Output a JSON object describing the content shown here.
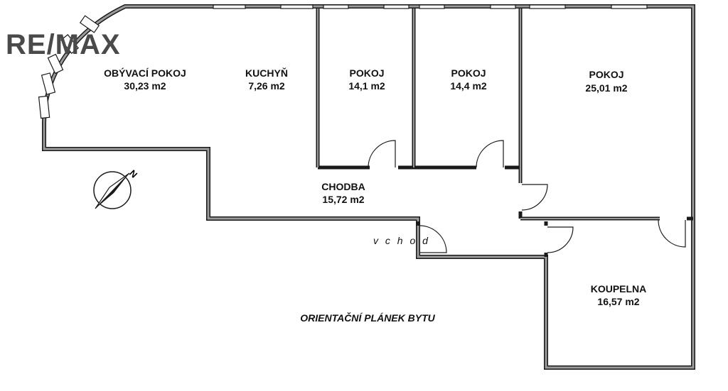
{
  "logo": {
    "text": "RE/MAX"
  },
  "entry_label": "v c h o d",
  "plan_title": "ORIENTAČNÍ PLÁNEK BYTU",
  "compass": {
    "letter": "N"
  },
  "rooms": [
    {
      "name": "OBÝVACÍ POKOJ",
      "area": "30,23 m2"
    },
    {
      "name": "KUCHYŇ",
      "area": "7,26 m2"
    },
    {
      "name": "POKOJ",
      "area": "14,1 m2"
    },
    {
      "name": "POKOJ",
      "area": "14,4 m2"
    },
    {
      "name": "POKOJ",
      "area": "25,01 m2"
    },
    {
      "name": "CHODBA",
      "area": "15,72 m2"
    },
    {
      "name": "KOUPELNA",
      "area": "16,57 m2"
    }
  ]
}
